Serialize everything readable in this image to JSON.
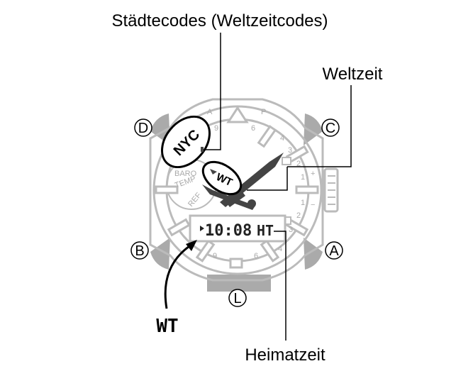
{
  "labels": {
    "city_codes": "Städtecodes (Weltzeitcodes)",
    "world_time": "Weltzeit",
    "home_time": "Heimatzeit",
    "wt_indicator": "WT"
  },
  "buttons": {
    "a": "A",
    "b": "B",
    "c": "C",
    "d": "D",
    "l": "L"
  },
  "dial": {
    "city_code": "NYC",
    "mode": "WT",
    "baro": "BARO",
    "temp": "TEMP",
    "ref": "REF",
    "scale_top": [
      "A",
      "9",
      "6",
      "P",
      "4",
      "3",
      "2",
      "1",
      "+"
    ],
    "scale_bottom": [
      "9",
      "6",
      "4",
      "3",
      "2",
      "1",
      "−"
    ]
  },
  "lcd": {
    "time": "10:08",
    "suffix": "HT"
  },
  "colors": {
    "watch_outline": "#bbbbbb",
    "hands": "#444444",
    "buttons": "#aaaaaa",
    "text": "#000000"
  }
}
